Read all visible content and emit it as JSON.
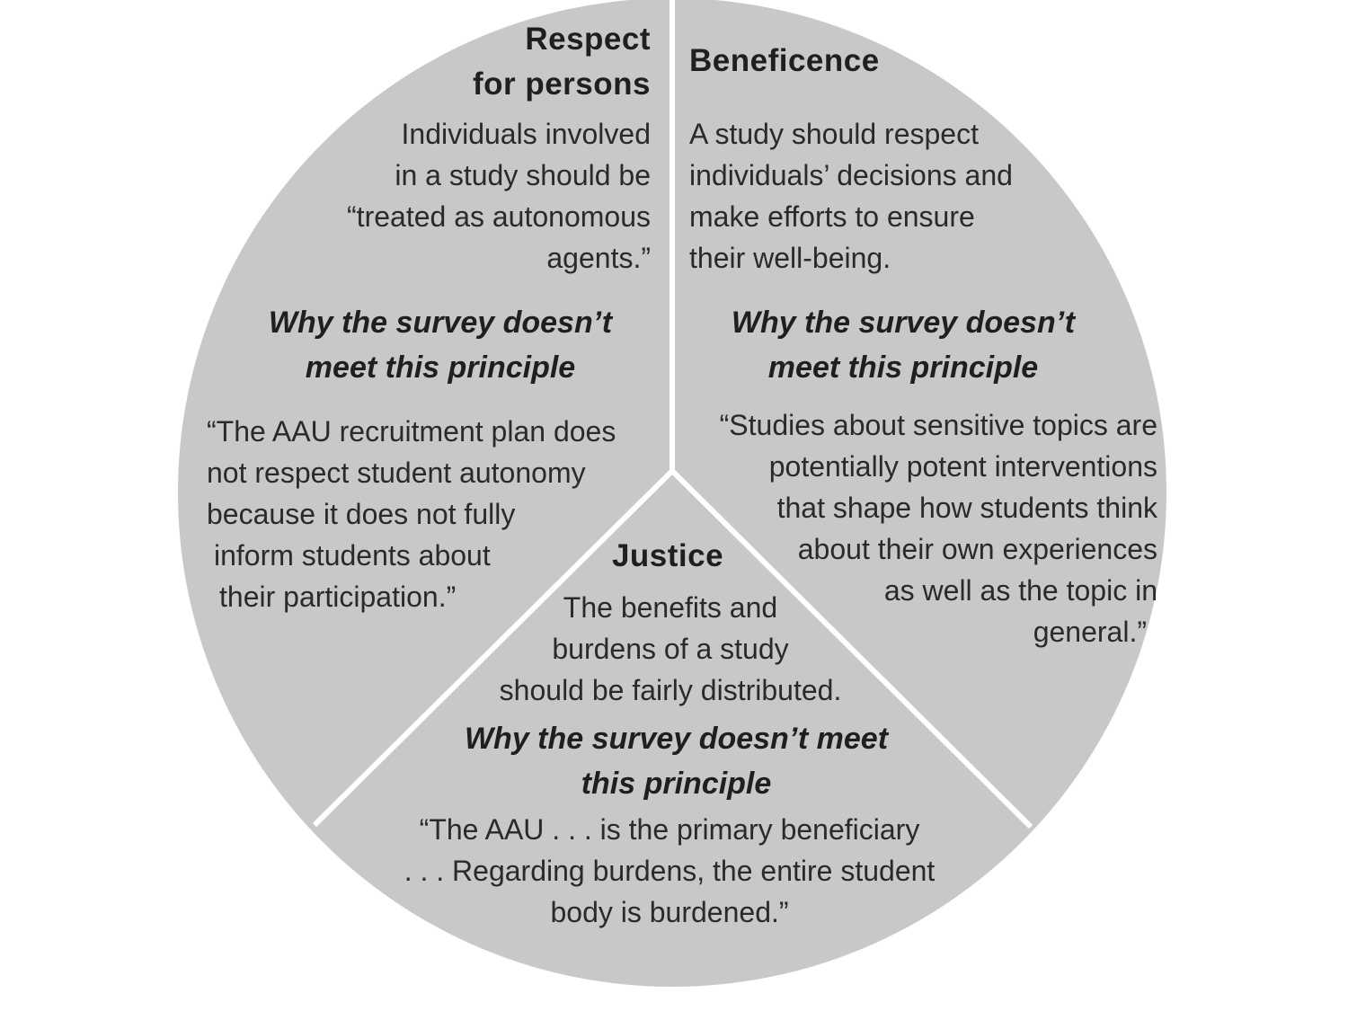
{
  "colors": {
    "background": "#ffffff",
    "wedge_fill": "#c8c8c8",
    "divider": "#ffffff",
    "text": "#222222"
  },
  "respect": {
    "title": [
      "Respect",
      "for persons"
    ],
    "definition": [
      "Individuals involved",
      "in a study should be",
      "“treated as autonomous",
      "agents.”"
    ],
    "why": [
      "Why the survey doesn’t",
      "meet this principle"
    ],
    "quote": [
      "“The AAU recruitment plan does",
      "not respect student autonomy",
      "because it does not fully",
      "inform students about",
      "their participation.”"
    ]
  },
  "beneficence": {
    "title": [
      "Beneficence"
    ],
    "definition": [
      "A study should respect",
      "individuals’ decisions and",
      "make efforts to ensure",
      "their well-being."
    ],
    "why": [
      "Why the survey doesn’t",
      "meet this principle"
    ],
    "quote": [
      "“Studies about sensitive topics are",
      "potentially potent interventions",
      "that shape how students think",
      "about their own experiences",
      "as well as the topic in",
      "general.”"
    ]
  },
  "justice": {
    "title": [
      "Justice"
    ],
    "definition": [
      "The benefits and",
      "burdens of a study",
      "should be fairly distributed."
    ],
    "why": [
      "Why the survey doesn’t meet",
      "this principle"
    ],
    "quote": [
      "“The AAU . . . is the primary beneficiary",
      ". . . Regarding burdens, the entire student",
      "body is burdened.”"
    ]
  }
}
